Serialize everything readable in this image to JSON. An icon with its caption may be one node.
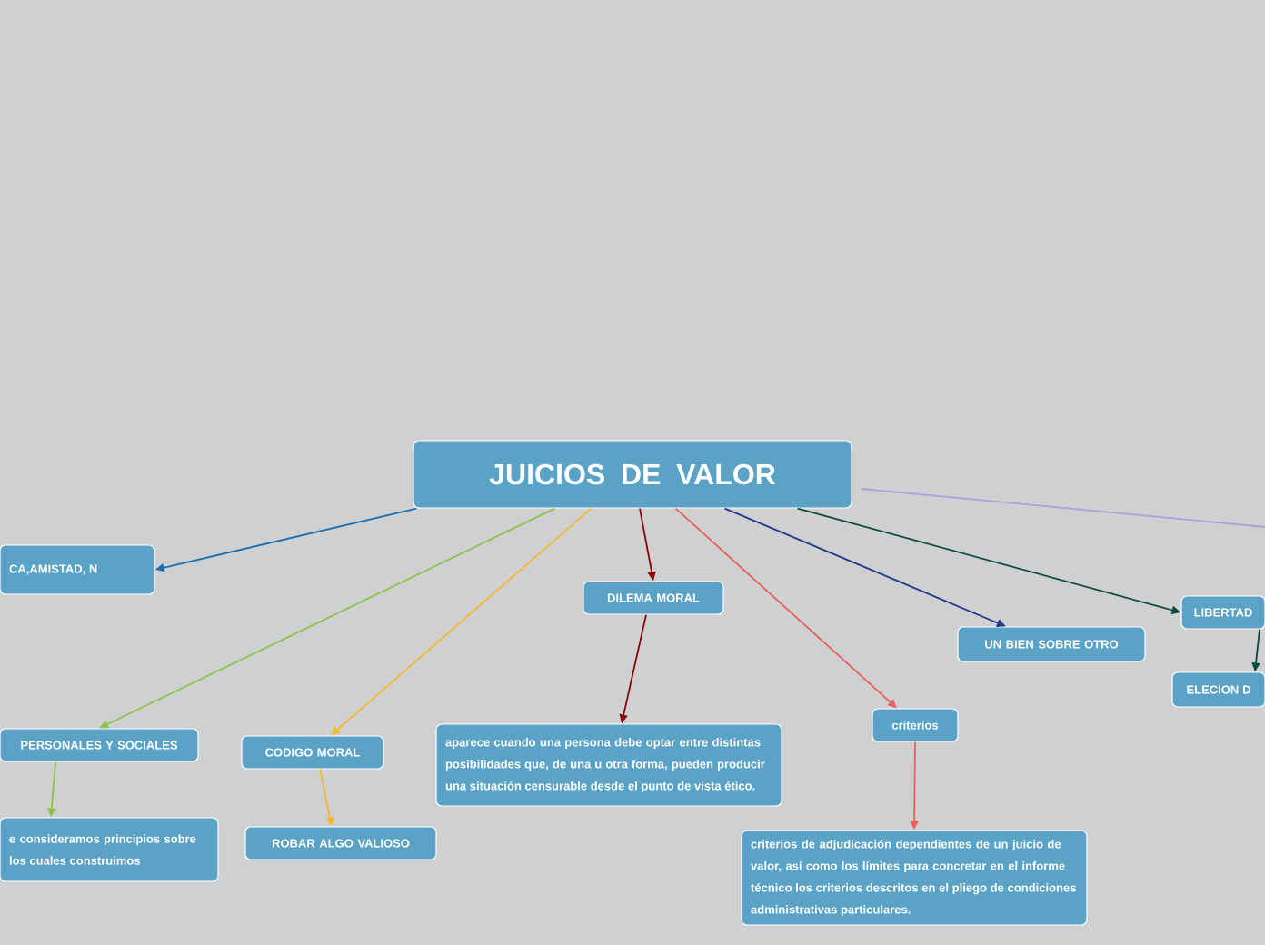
{
  "diagram": {
    "nodes": [
      {
        "text": [
          "JUICIOS DE VALOR"
        ]
      },
      {
        "text": [
          "CA,AMISTAD, N"
        ]
      },
      {
        "text": [
          "PERSONALES Y SOCIALES"
        ]
      },
      {
        "text": [
          "e consideramos principios sobre los cuales construimos"
        ]
      },
      {
        "text": [
          "CODIGO MORAL"
        ]
      },
      {
        "text": [
          "ROBAR ALGO VALIOSO"
        ]
      },
      {
        "text": [
          "DILEMA MORAL"
        ]
      },
      {
        "text": [
          "aparece cuando una persona debe optar entre distintas posibilidades que, de una u otra forma, pueden producir una situación censurable desde el punto de vista ético."
        ]
      },
      {
        "text": [
          "criterios"
        ]
      },
      {
        "text": [
          "criterios de adjudicación dependientes de un juicio de valor, así como los límites para concretar en el informe técnico los criterios descritos en el pliego de condiciones administrativas particulares."
        ]
      },
      {
        "text": [
          "UN BIEN SOBRE OTRO"
        ]
      },
      {
        "text": [
          "LIBERTAD"
        ]
      },
      {
        "text": [
          "ELECION D"
        ]
      }
    ],
    "edges": [
      {
        "from": 0,
        "to": 1,
        "arrow": "to",
        "color": "#1a6fb0"
      },
      {
        "from": 0,
        "to": 2,
        "arrow": "to",
        "color": "#8bc34a"
      },
      {
        "from": 0,
        "to": 4,
        "arrow": "to",
        "color": "#f5b82e"
      },
      {
        "from": 0,
        "to": 6,
        "arrow": "to",
        "color": "#8b0000"
      },
      {
        "from": 0,
        "to": 8,
        "arrow": "to",
        "color": "#e8605a"
      },
      {
        "from": 0,
        "to": 10,
        "arrow": "to",
        "color": "#1f3a8a"
      },
      {
        "from": 0,
        "to": 11,
        "arrow": "to",
        "color": "#0b4a3a"
      },
      {
        "from": 0,
        "to": null,
        "arrow": "none",
        "color": "#b39ddb"
      },
      {
        "from": 2,
        "to": 3,
        "arrow": "to",
        "color": "#8bc34a"
      },
      {
        "from": 4,
        "to": 5,
        "arrow": "to",
        "color": "#f5b82e"
      },
      {
        "from": 6,
        "to": 7,
        "arrow": "to",
        "color": "#8b0000"
      },
      {
        "from": 8,
        "to": 9,
        "arrow": "to",
        "color": "#e8605a"
      },
      {
        "from": 11,
        "to": 12,
        "arrow": "to",
        "color": "#0b4a3a"
      }
    ]
  }
}
